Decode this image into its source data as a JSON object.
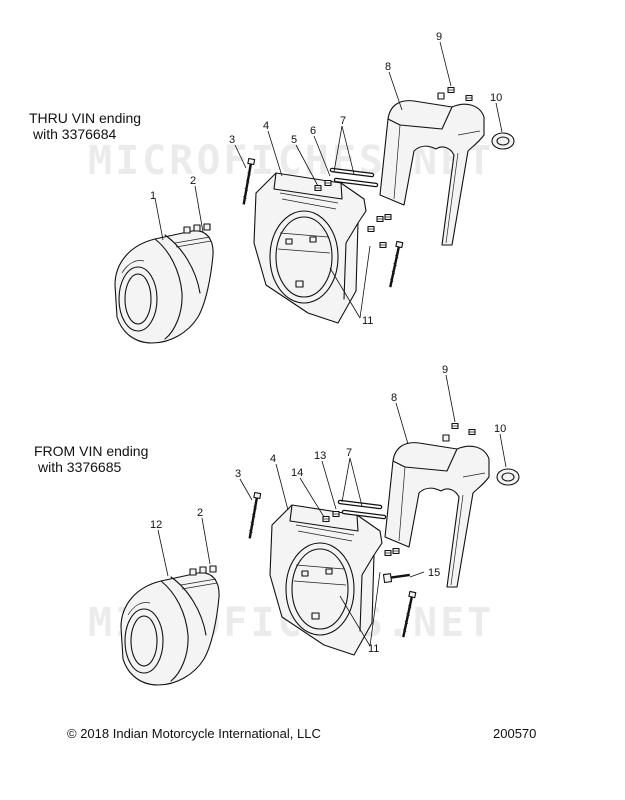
{
  "diagram": {
    "watermark": "MICROFICHES.NET",
    "top_group": {
      "caption_line1": "THRU VIN ending",
      "caption_line2": "with 3376684",
      "callouts": [
        {
          "id": "t1",
          "label": "1"
        },
        {
          "id": "t2",
          "label": "2"
        },
        {
          "id": "t3",
          "label": "3"
        },
        {
          "id": "t4",
          "label": "4"
        },
        {
          "id": "t5",
          "label": "5"
        },
        {
          "id": "t6",
          "label": "6"
        },
        {
          "id": "t7",
          "label": "7"
        },
        {
          "id": "t8",
          "label": "8"
        },
        {
          "id": "t9",
          "label": "9"
        },
        {
          "id": "t10",
          "label": "10"
        },
        {
          "id": "t11",
          "label": "11"
        }
      ]
    },
    "bottom_group": {
      "caption_line1": "FROM VIN ending",
      "caption_line2": "with 3376685",
      "callouts": [
        {
          "id": "b12",
          "label": "12"
        },
        {
          "id": "b2",
          "label": "2"
        },
        {
          "id": "b3",
          "label": "3"
        },
        {
          "id": "b4",
          "label": "4"
        },
        {
          "id": "b14",
          "label": "14"
        },
        {
          "id": "b13",
          "label": "13"
        },
        {
          "id": "b7",
          "label": "7"
        },
        {
          "id": "b8",
          "label": "8"
        },
        {
          "id": "b9",
          "label": "9"
        },
        {
          "id": "b10",
          "label": "10"
        },
        {
          "id": "b15",
          "label": "15"
        },
        {
          "id": "b11",
          "label": "11"
        }
      ]
    },
    "footer": {
      "copyright": "© 2018 Indian Motorcycle International, LLC",
      "figure_number": "200570"
    }
  }
}
